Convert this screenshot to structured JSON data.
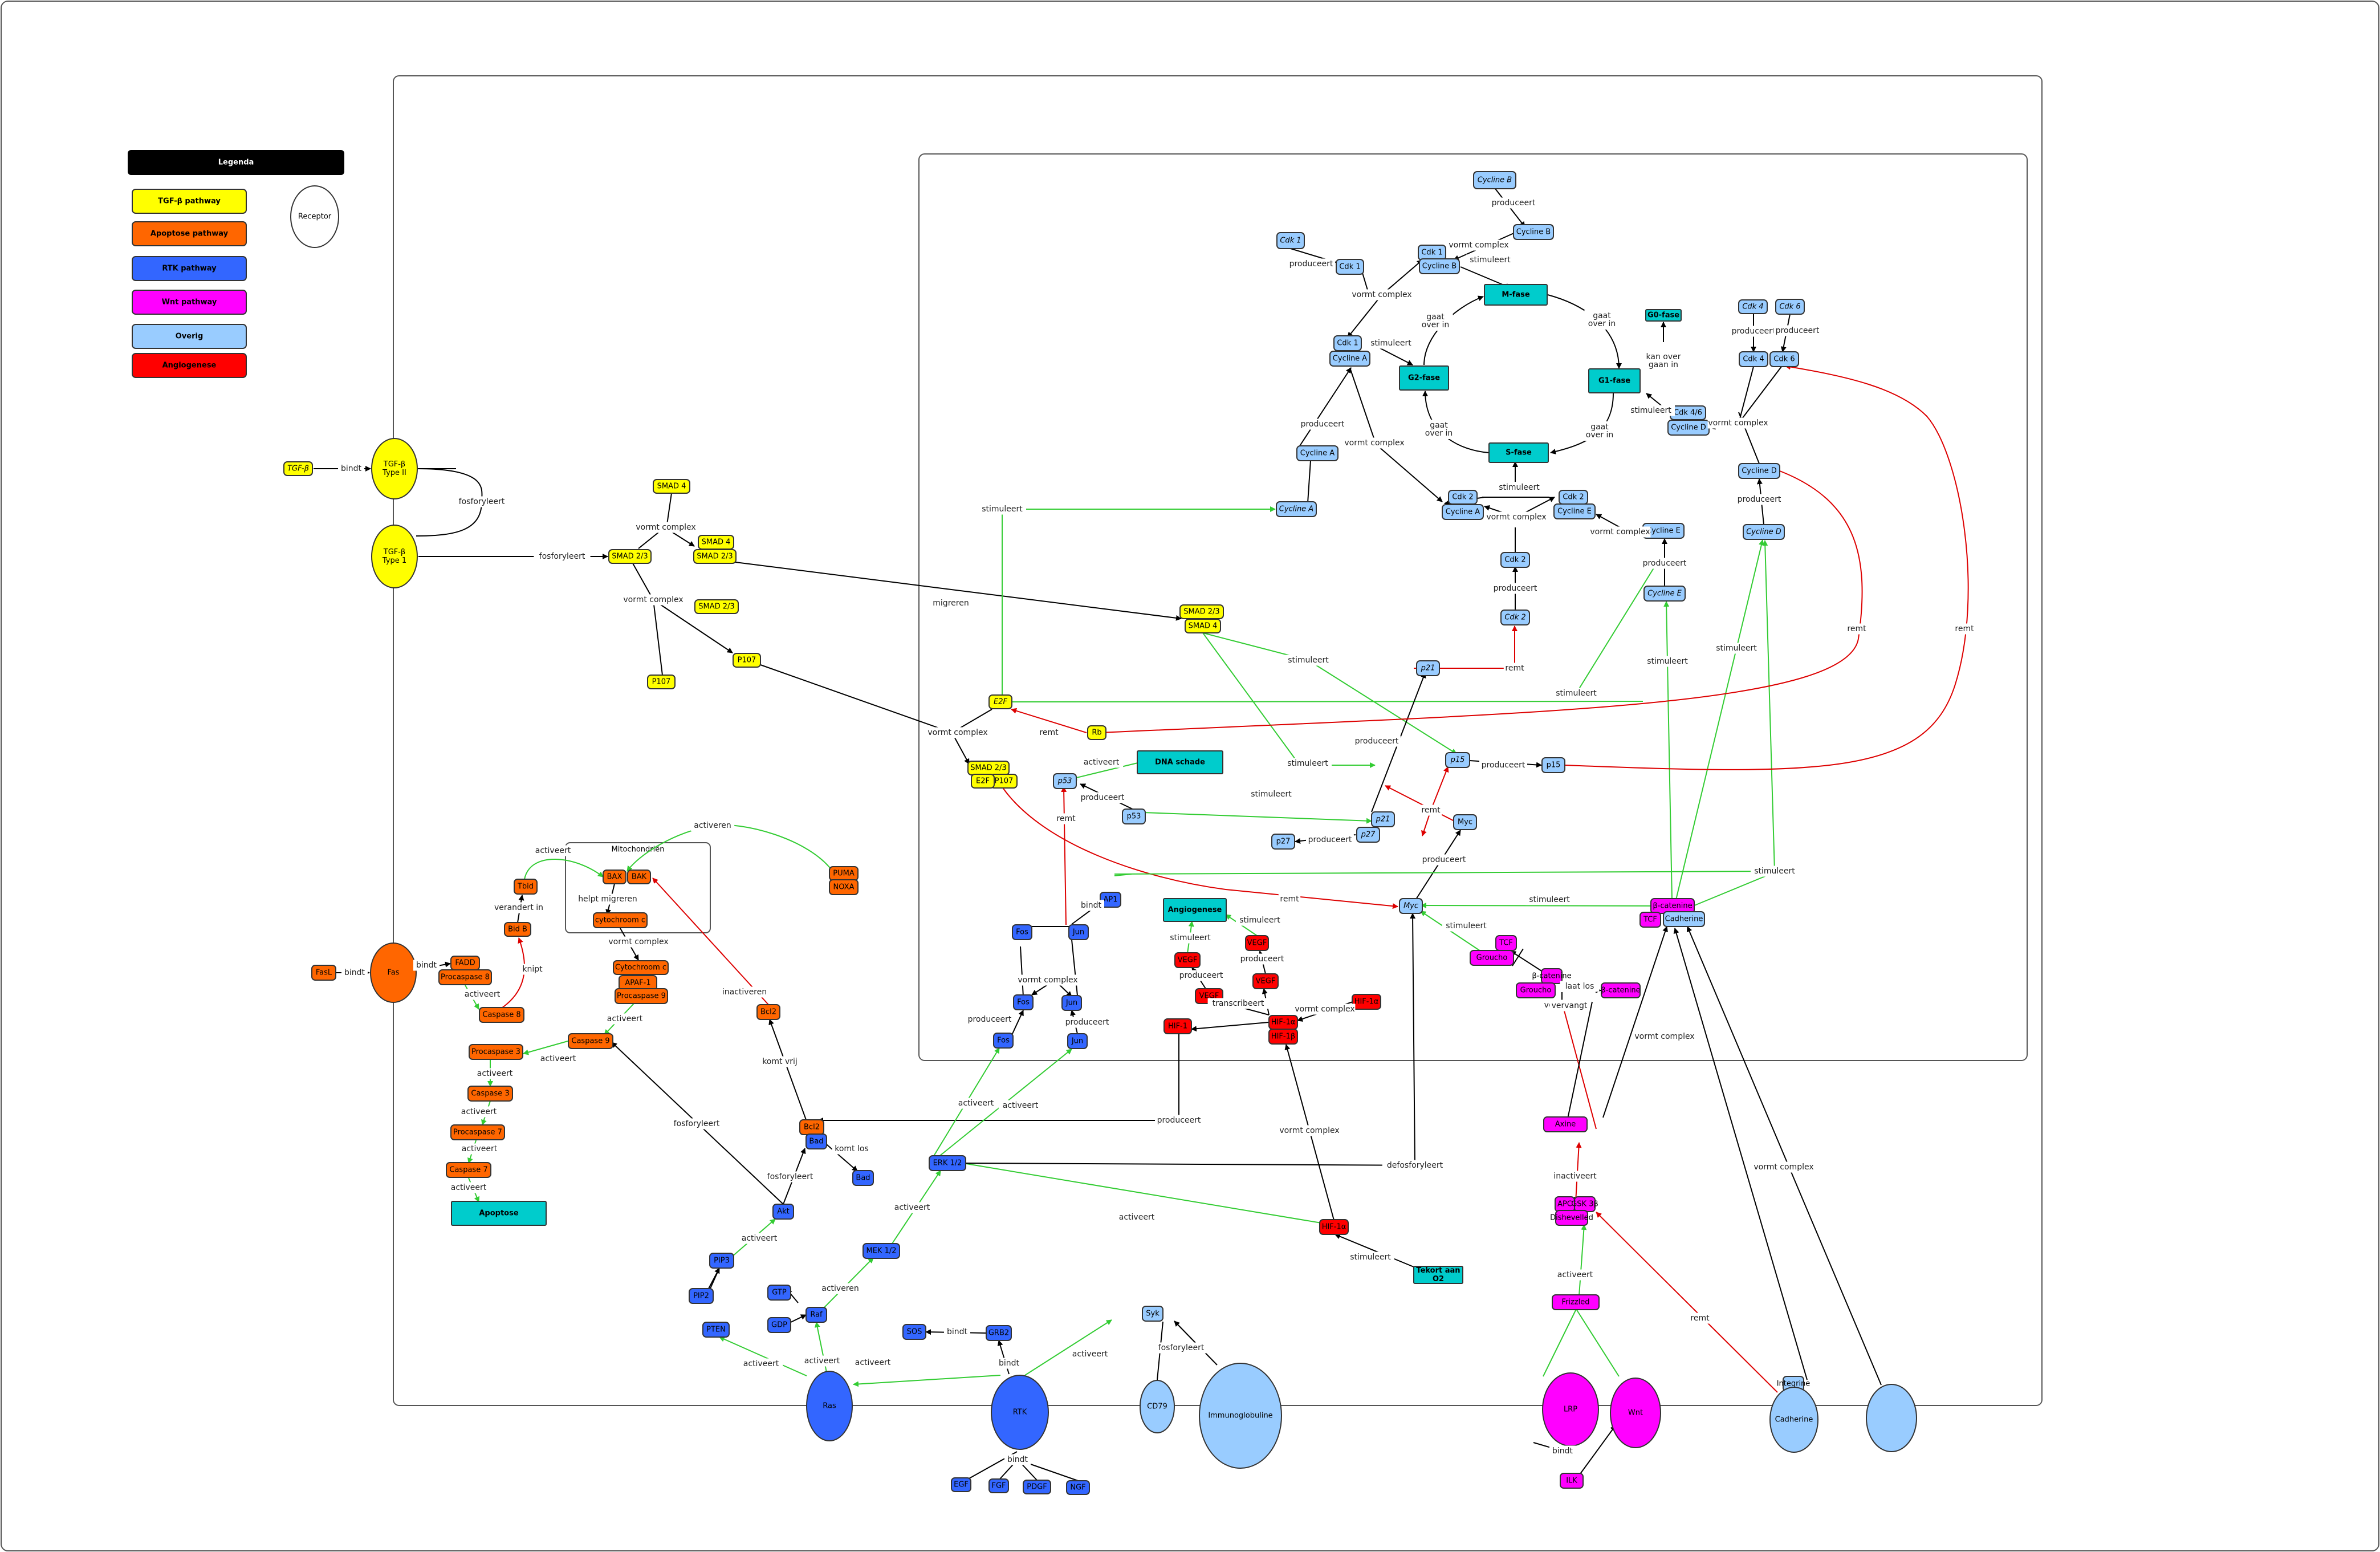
{
  "legend": {
    "title": "Legenda",
    "items": [
      {
        "label": "TGF-β pathway",
        "color": "#ffff00"
      },
      {
        "label": "Apoptose pathway",
        "color": "#ff6600"
      },
      {
        "label": "RTK pathway",
        "color": "#3366ff"
      },
      {
        "label": "Wnt pathway",
        "color": "#ff00ff"
      },
      {
        "label": "Overig",
        "color": "#99ccff"
      },
      {
        "label": "Angiogenese",
        "color": "#ff0000"
      }
    ],
    "receptor_label": "Receptor"
  },
  "containers": {
    "mitochondrion": "Mitochondriën"
  },
  "nodes": {
    "tgfb": "TGF-β",
    "tgfb_r2": "TGF-β\nType II",
    "tgfb_r1": "TGF-β\nType 1",
    "smad4_a": "SMAD 4",
    "smad23_a": "SMAD 2/3",
    "smad4_b": "SMAD 4",
    "smad23_b": "SMAD 2/3",
    "smad23_c": "SMAD 2/3",
    "p107_a": "P107",
    "p107_b": "P107",
    "smad23_d": "SMAD 2/3",
    "smad4_d": "SMAD 4",
    "smad23_e": "SMAD 2/3",
    "e2f_a": "E2F",
    "p107_c": "P107",
    "e2f_b": "E2F",
    "rb": "Rb",
    "dna": "DNA schade",
    "p53_a": "p53",
    "p53_b": "p53",
    "p21_a": "p21",
    "p21_b": "p21",
    "p15_a": "p15",
    "p15_b": "p15",
    "p27_a": "p27",
    "p27_b": "p27",
    "myc_a": "Myc",
    "myc_b": "Myc",
    "cyc_b_g": "Cycline B",
    "cdk1_g_a": "Cdk 1",
    "cdk1_b": "Cdk 1",
    "cyc_b_p": "Cycline B",
    "cdk1_c": "Cdk 1",
    "cyc_b_c": "Cycline B",
    "cdk1_d": "Cdk 1",
    "cyc_a_c": "Cycline A",
    "cyc_a_p": "Cycline A",
    "cyc_a_g": "Cycline A",
    "cdk2_a": "Cdk 2",
    "cyc_a_c2": "Cycline A",
    "cdk2_b": "Cdk 2",
    "cyc_e_c": "Cycline E",
    "cdk2_p": "Cdk 2",
    "cdk2_g": "Cdk 2",
    "cyc_e_p": "Cycline E",
    "cyc_e_g": "Cycline E",
    "m_fase": "M-fase",
    "g2_fase": "G2-fase",
    "g1_fase": "G1-fase",
    "s_fase": "S-fase",
    "g0_fase": "G0-fase",
    "cdk4_g": "Cdk 4",
    "cdk6_g": "Cdk 6",
    "cdk4_p": "Cdk 4",
    "cdk6_p": "Cdk 6",
    "cdk46": "Cdk 4/6",
    "cyc_d_c": "Cycline D",
    "cyc_d_p": "Cycline D",
    "cyc_d_g": "Cycline D",
    "fasl": "FasL",
    "fas": "Fas",
    "fadd": "FADD",
    "procasp8": "Procaspase 8",
    "casp8": "Caspase 8",
    "bid": "Bid B",
    "tbid": "Tbid",
    "bax_a": "BAX",
    "bak_a": "BAK",
    "cytc_mito": "cytochroom c",
    "cytc": "Cytochroom c",
    "apaf1": "APAF-1",
    "procasp9": "Procaspase 9",
    "casp9": "Caspase 9",
    "procasp3": "Procaspase 3",
    "casp3": "Caspase 3",
    "procasp7": "Procaspase 7",
    "casp7": "Caspase 7",
    "apoptose": "Apoptose",
    "puma": "PUMA",
    "noxa": "NOXA",
    "bcl2_a": "Bcl2",
    "bcl2_b": "Bcl2",
    "bad": "Bad",
    "bad_b": "Bad",
    "akt": "Akt",
    "pip3": "PIP3",
    "pip2": "PIP2",
    "pten": "PTEN",
    "gtp": "GTP",
    "gdp": "GDP",
    "raf": "Raf",
    "mek": "MEK 1/2",
    "erk": "ERK 1/2",
    "sos": "SOS",
    "grb2": "GRB2",
    "ras": "Ras",
    "rtk": "RTK",
    "egf": "EGF",
    "fgf": "FGF",
    "pdgf": "PDGF",
    "ngf": "NGF",
    "fos_a": "Fos",
    "jun_a": "Jun",
    "fos_b": "Fos",
    "jun_b": "Jun",
    "fos_c": "Fos",
    "jun_c": "Jun",
    "ap1": "AP1",
    "syk": "Syk",
    "cd79": "CD79",
    "ig": "Immunoglobuline",
    "angio": "Angiogenese",
    "vegf_a": "VEGF",
    "vegf_b": "VEGF",
    "vegf_c": "VEGF",
    "vegf_d": "VEGF",
    "hif1": "HIF-1",
    "hif1a": "HIF-1α",
    "hif1b": "HIF-1β",
    "hif1a_b": "HIF-1α",
    "hif1a_c": "HIF-1α",
    "tekort": "Tekort aan\nO2",
    "bcat_a": "β-catenine",
    "tcf": "TCF",
    "cadh_c": "Cadherine",
    "tcf_b": "TCF",
    "groucho": "Groucho",
    "bcat_b": "β-catenine",
    "groucho_b": "Groucho",
    "bcat_c": "β-catenine",
    "axin": "Axine",
    "apc": "APC",
    "gsk3": "GSK 3β",
    "dsh": "Dishevelled",
    "frizzled": "Frizzled",
    "lrp": "LRP",
    "wnt": "Wnt",
    "ilk": "ILK",
    "integrine": "Integrine",
    "cadherine": "Cadherine"
  },
  "edges": {
    "bindt": "bindt",
    "fosforyleert": "fosforyleert",
    "vormt_complex": "vormt complex",
    "migreren": "migreren",
    "stimuleert": "stimuleert",
    "remt": "remt",
    "activeert": "activeert",
    "produceert": "produceert",
    "gaat_over_in": "gaat\nover in",
    "kan_over_gaan_in": "kan over\ngaan in",
    "verandert_in": "verandert in",
    "knipt": "knipt",
    "helpt_migreren": "helpt migreren",
    "activeren": "activeren",
    "inactiveren": "inactiveren",
    "komt_vrij": "komt vrij",
    "komt_los": "komt los",
    "defosforyleert": "defosforyleert",
    "transcribeert": "transcribeert",
    "laat_los": "laat los",
    "vervangt": "vervangt",
    "inactiveert": "inactiveert"
  }
}
